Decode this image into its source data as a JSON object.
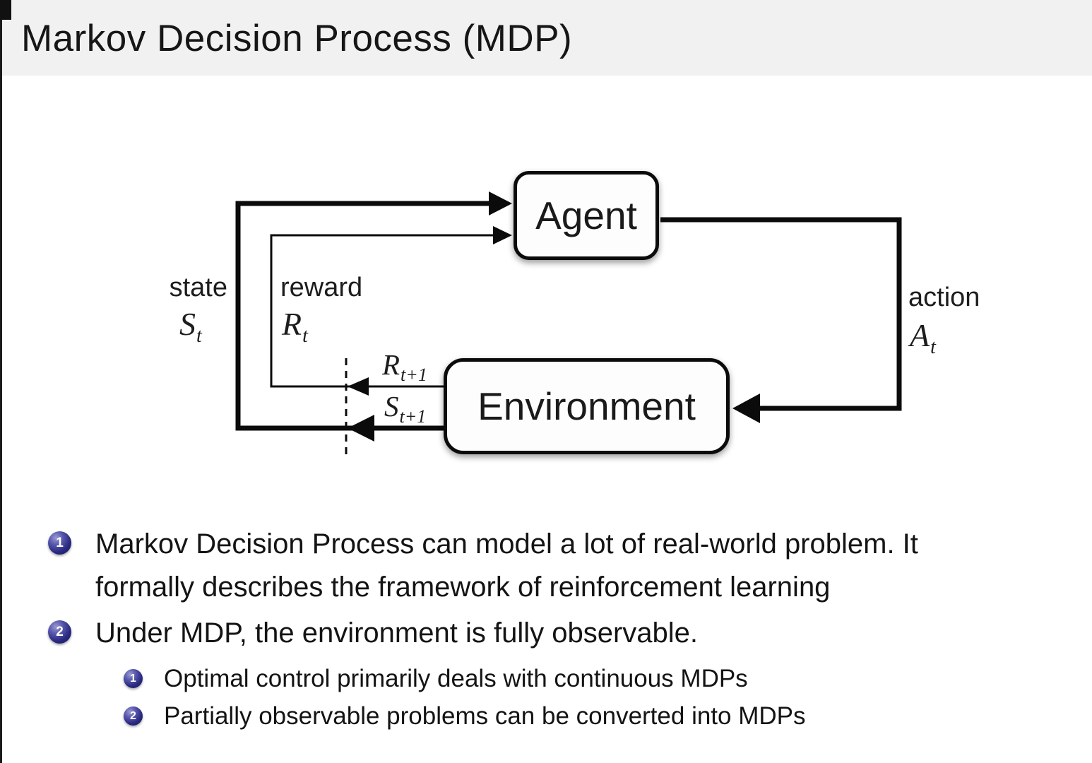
{
  "slide": {
    "title": "Markov Decision Process (MDP)"
  },
  "diagram": {
    "agent_label": "Agent",
    "environment_label": "Environment",
    "state_label": "state",
    "reward_label": "reward",
    "action_label": "action",
    "state_math": {
      "letter": "S",
      "sub": "t"
    },
    "reward_math": {
      "letter": "R",
      "sub": "t"
    },
    "action_math": {
      "letter": "A",
      "sub": "t"
    },
    "next_reward_math": {
      "letter": "R",
      "sub": "t+1"
    },
    "next_state_math": {
      "letter": "S",
      "sub": "t+1"
    }
  },
  "content": {
    "bullets": [
      {
        "number": "1",
        "lines": [
          "Markov Decision Process can model a lot of real-world problem. It",
          "formally describes the framework of reinforcement learning"
        ]
      },
      {
        "number": "2",
        "lines": [
          "Under MDP, the environment is fully observable."
        ],
        "sub_items": [
          {
            "number": "1",
            "text": "Optimal control primarily deals with continuous MDPs"
          },
          {
            "number": "2",
            "text": "Partially observable problems can be converted into MDPs"
          }
        ]
      }
    ]
  },
  "colors": {
    "header_bg": "#f1f1f2",
    "line_color": "#0b0b0b",
    "bullet_ball": "#28287f",
    "text_color": "#141414"
  }
}
